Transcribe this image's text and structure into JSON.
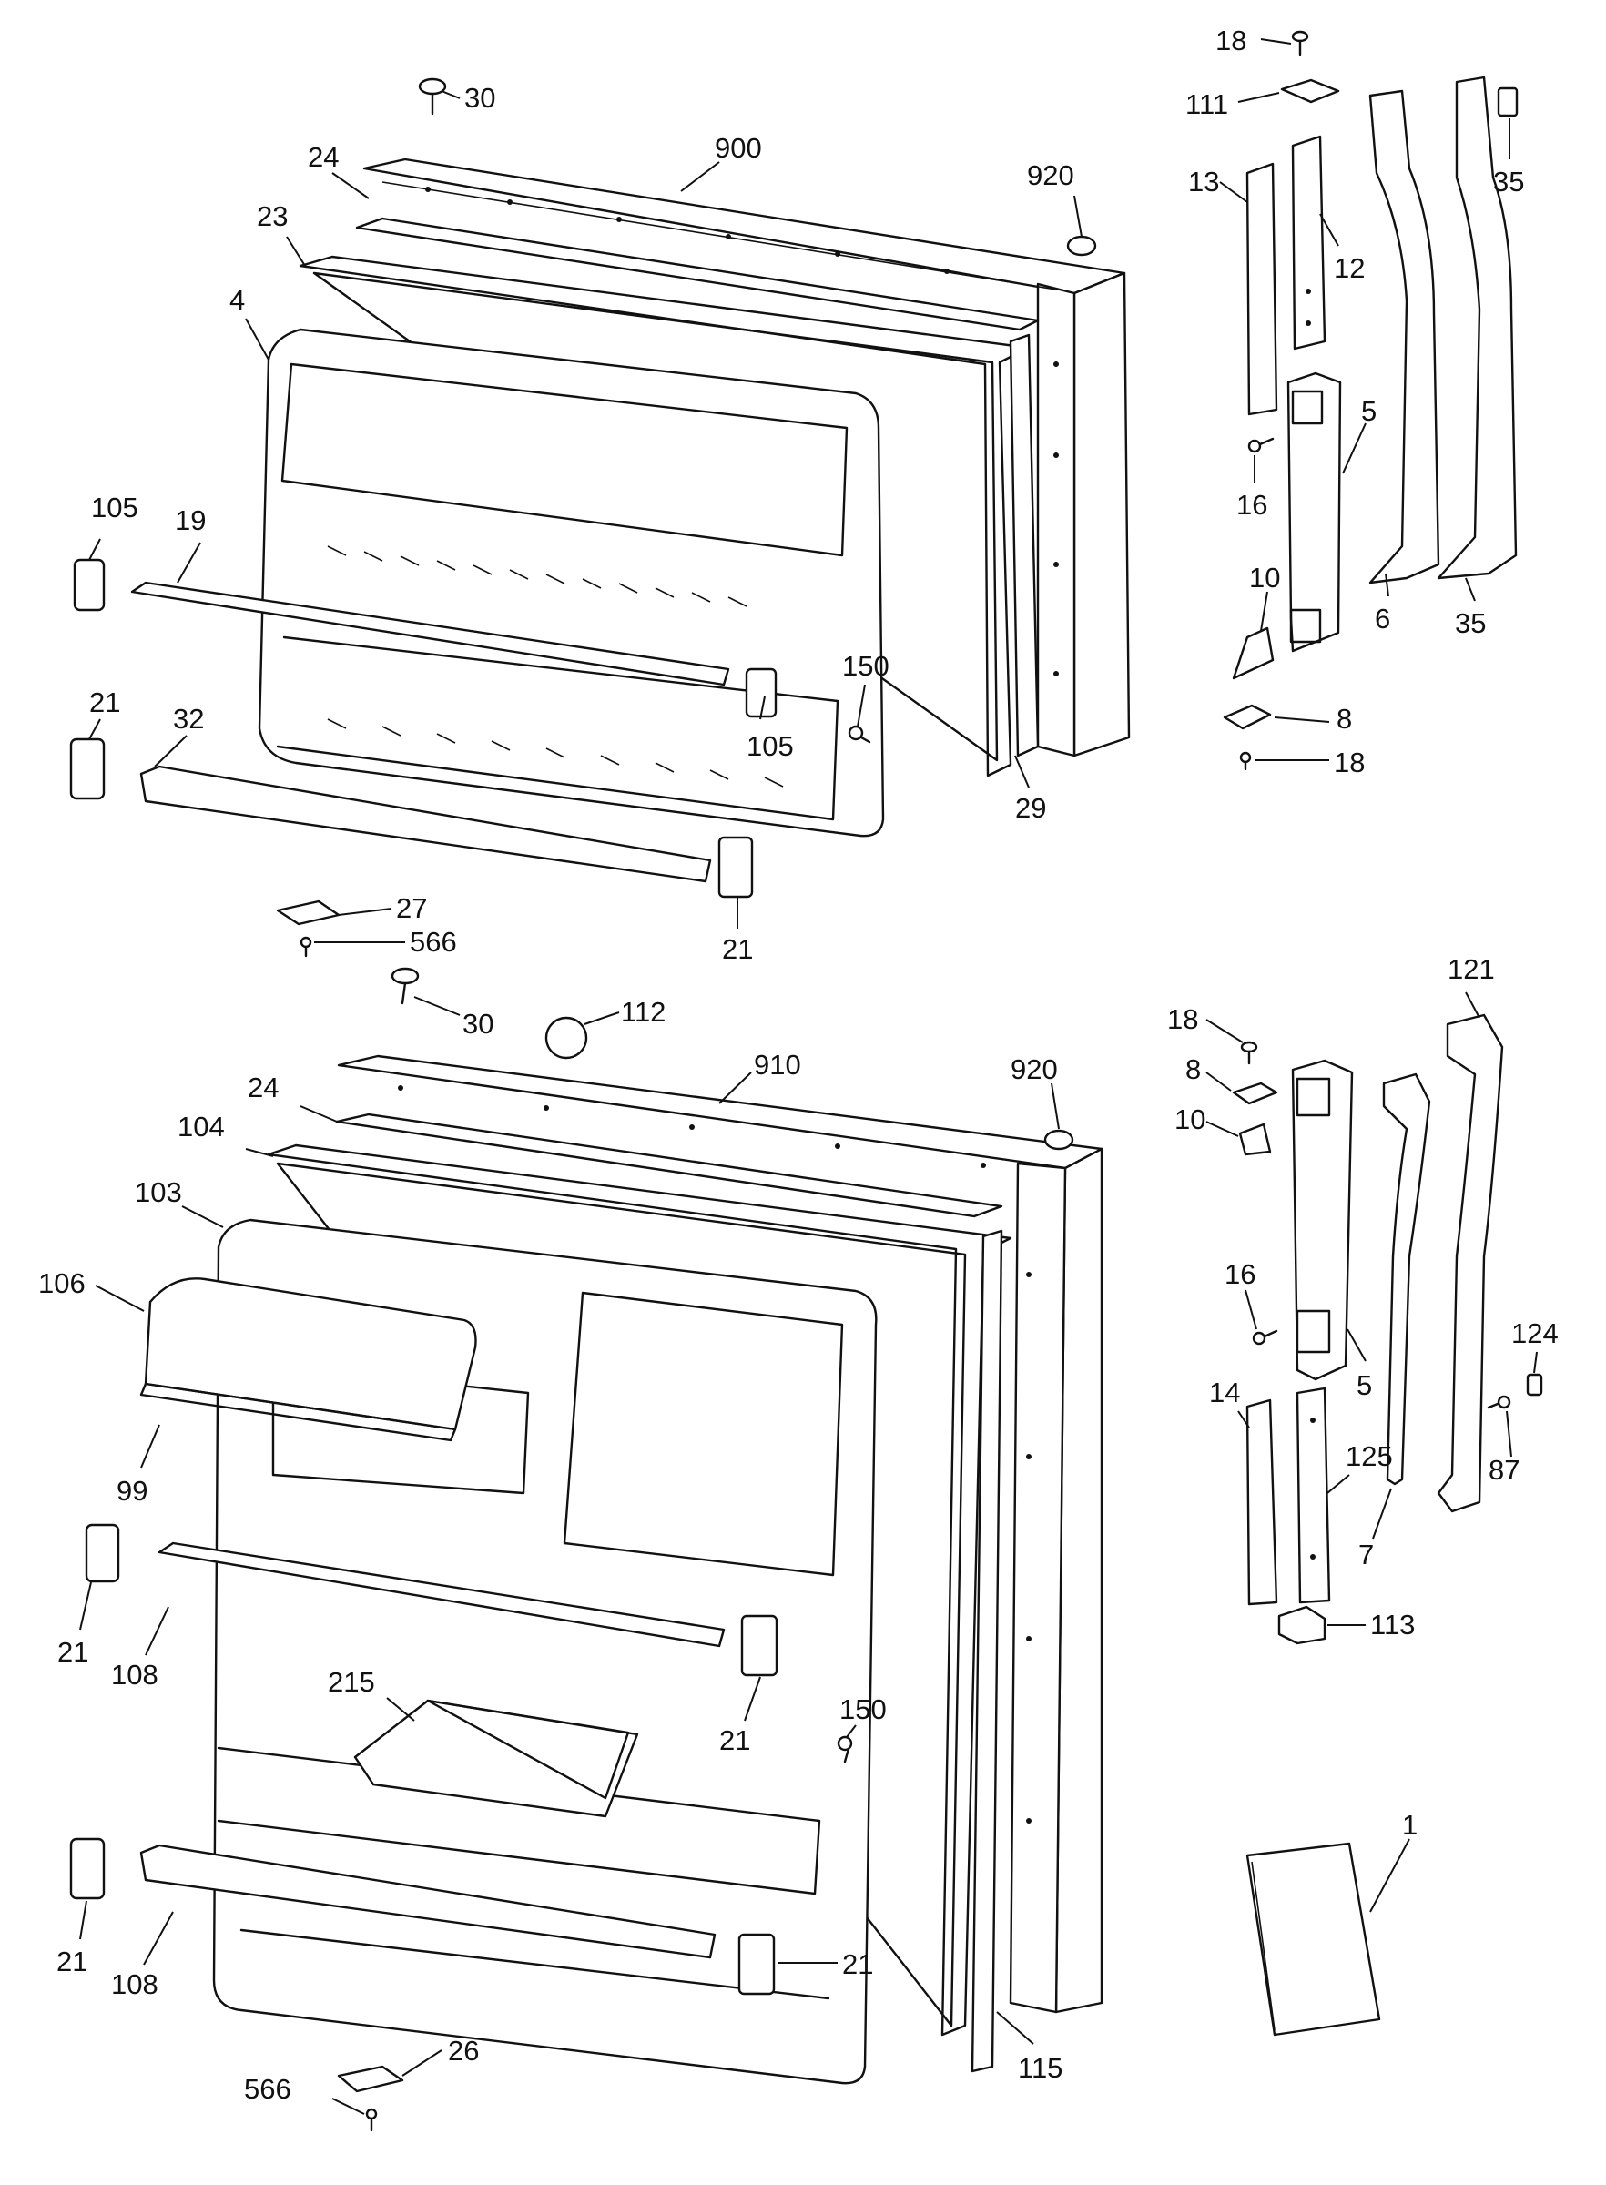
{
  "diagram": {
    "freezer_door": {
      "labels": [
        "30",
        "900",
        "24",
        "23",
        "4",
        "920",
        "105",
        "19",
        "105",
        "150",
        "21",
        "32",
        "29",
        "27",
        "566",
        "21"
      ]
    },
    "fresh_food_door": {
      "labels": [
        "30",
        "112",
        "910",
        "920",
        "24",
        "104",
        "103",
        "106",
        "99",
        "21",
        "108",
        "215",
        "21",
        "150",
        "21",
        "108",
        "21",
        "26",
        "566",
        "115"
      ]
    },
    "freezer_hinges": {
      "labels": [
        "18",
        "111",
        "35",
        "13",
        "12",
        "5",
        "16",
        "10",
        "6",
        "35",
        "8",
        "18"
      ]
    },
    "fresh_food_hinges": {
      "labels": [
        "121",
        "18",
        "8",
        "10",
        "16",
        "5",
        "14",
        "125",
        "7",
        "124",
        "87",
        "113"
      ]
    },
    "manual": {
      "labels": [
        "1"
      ]
    }
  }
}
